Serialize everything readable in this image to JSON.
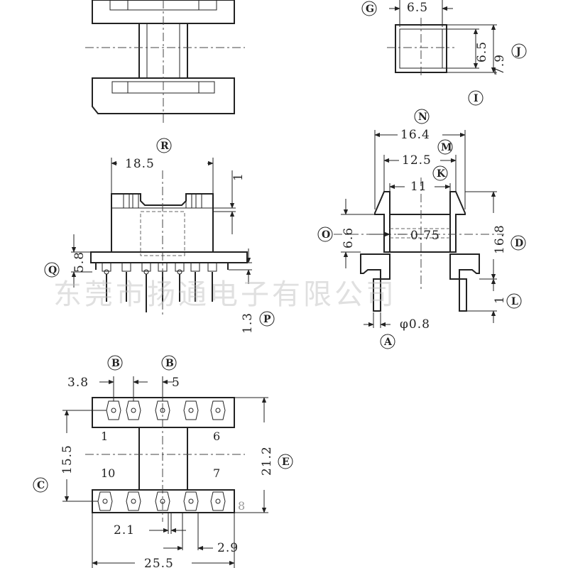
{
  "watermark": "东莞市扬通电子有限公司",
  "markers": {
    "G": "G",
    "J": "J",
    "I": "I",
    "N": "N",
    "M": "M",
    "K": "K",
    "R": "R",
    "O": "O",
    "D": "D",
    "Q": "Q",
    "P": "P",
    "L": "L",
    "A": "A",
    "B": "B",
    "C": "C",
    "E": "E"
  },
  "dims": {
    "g_width": "6.5",
    "j_inner": "6.5",
    "j_outer": "7.9",
    "n_width": "16.4",
    "m_width": "12.5",
    "k_width": "11",
    "o_height": "6.6",
    "pin_075": "0.75",
    "d_height": "16.8",
    "a_dia": "φ0.8",
    "r_width": "18.5",
    "r_side": "1",
    "q_height": "5.8",
    "p_height": "1.3",
    "b_pitch_a": "3.8",
    "b_pitch_b": "5",
    "c_height": "15.5",
    "e_height": "21.2",
    "pitch_21": "2.1",
    "pitch_29": "2.9",
    "base_width": "25.5"
  },
  "pins": {
    "p1": "1",
    "p6": "6",
    "p10": "10",
    "p7": "7",
    "p8": "8"
  }
}
